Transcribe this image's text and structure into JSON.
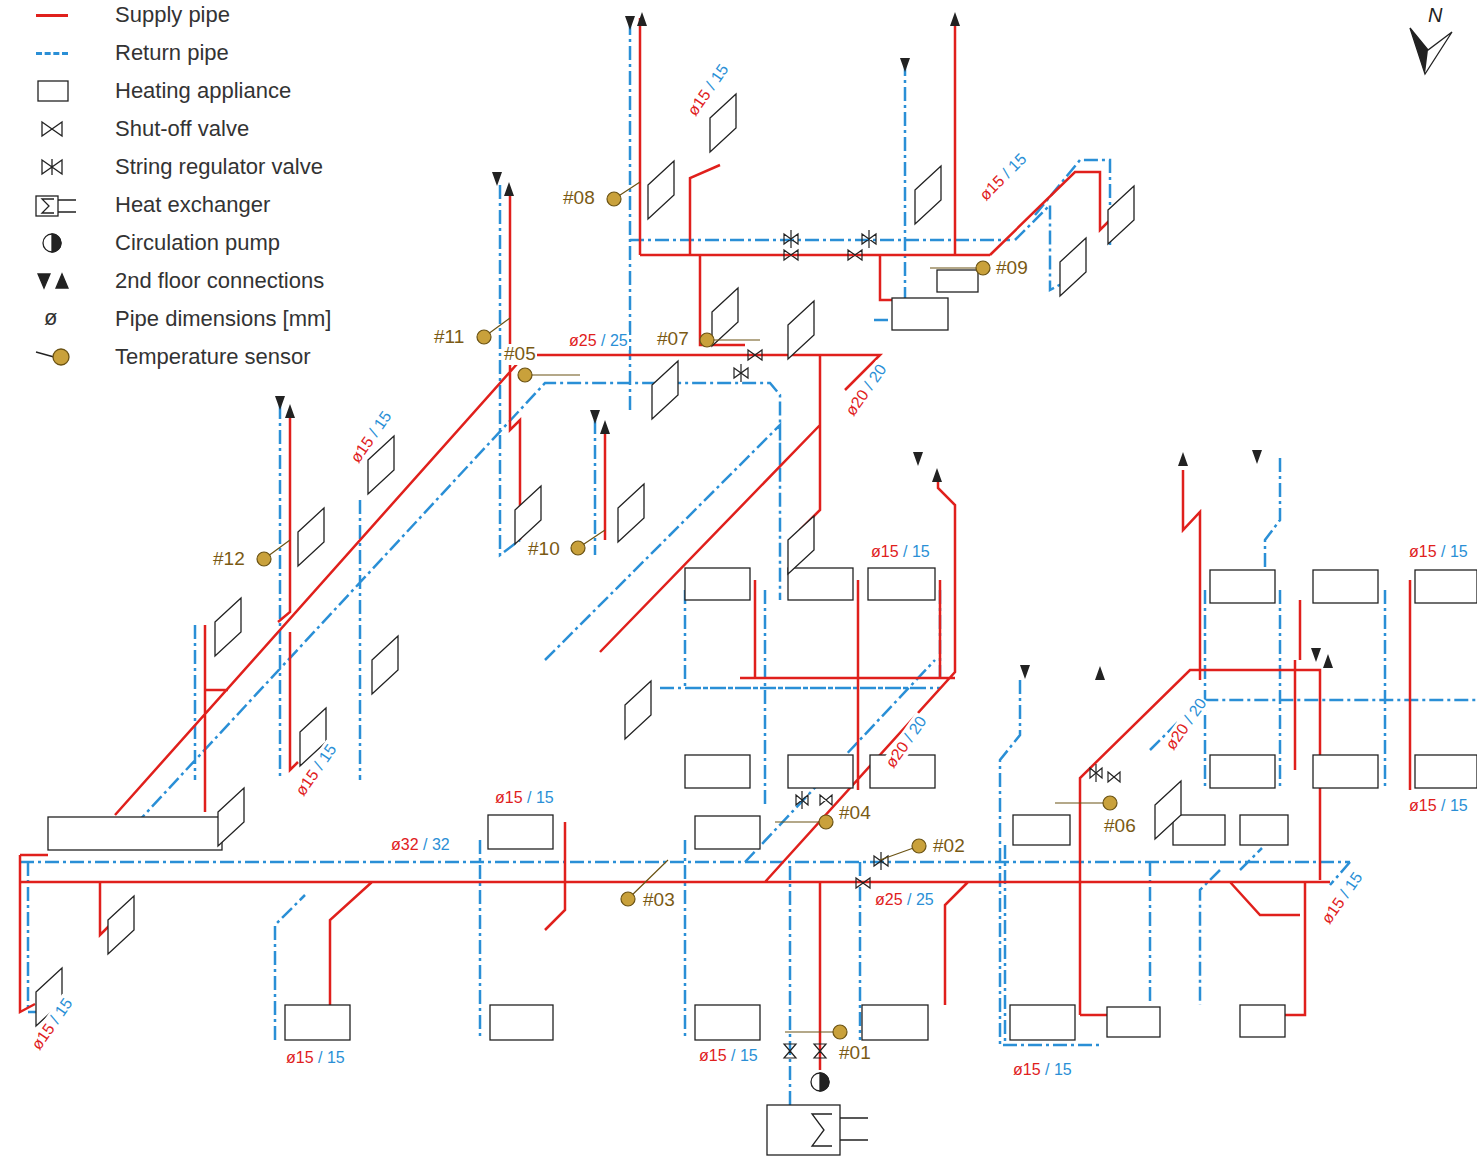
{
  "diagram": {
    "labels": [
      "N",
      "#08",
      "#09",
      "#11",
      "#05",
      "#07",
      "#12",
      "#10",
      "#04",
      "#02",
      "#06",
      "#03",
      "#01",
      "ø15 / 15",
      "ø15 / 15",
      "ø25 / 25",
      "ø20 / 20",
      "ø15 / 15",
      "ø15 / 15",
      "ø15 / 15",
      "ø20 / 20",
      "ø20 / 20",
      "ø15 / 15",
      "ø15 / 15",
      "ø15 / 15",
      "ø32 / 32",
      "ø25 / 25",
      "ø15 / 15",
      "ø15 / 15",
      "ø15 / 15",
      "ø15 / 15",
      "ø15 / 15",
      "ø"
    ],
    "legend": [
      {
        "text": "Supply pipe",
        "color": "#e0201c"
      },
      {
        "text": "Return pipe",
        "color": "#2a8fd6"
      },
      {
        "text": "Heating appliance"
      },
      {
        "text": "Shut-off valve"
      },
      {
        "text": "String regulator valve"
      },
      {
        "text": "Heat exchanger"
      },
      {
        "text": "Circulation pump"
      },
      {
        "text": "2nd floor connections"
      },
      {
        "text": "Pipe dimensions [mm]"
      },
      {
        "text": "Temperature sensor"
      }
    ]
  }
}
